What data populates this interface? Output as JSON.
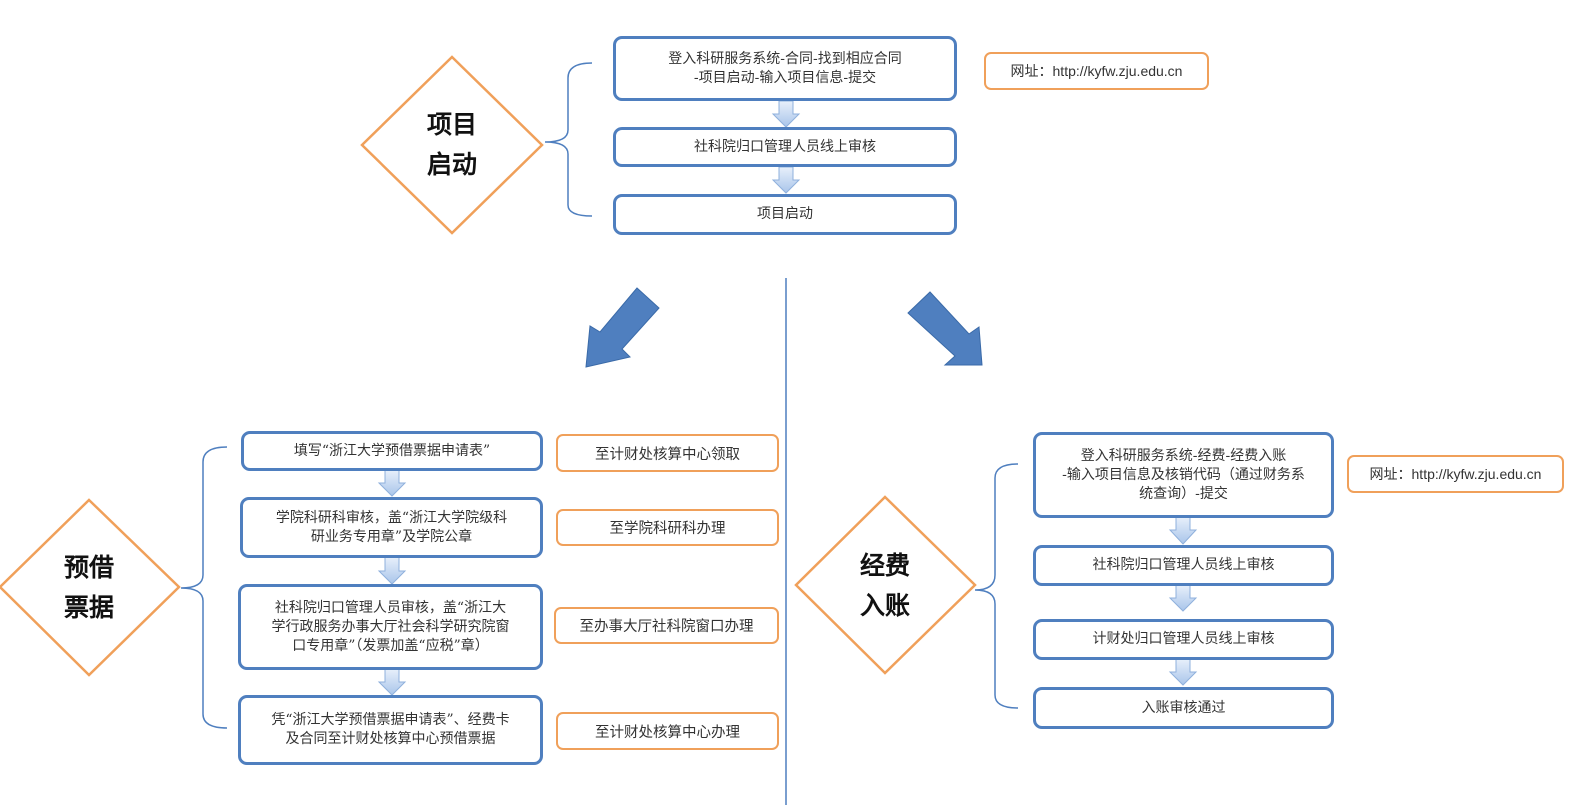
{
  "sections": {
    "project_start": {
      "title_lines": [
        "项目",
        "启动"
      ],
      "steps": [
        {
          "lines": [
            "登入科研服务系统-合同-找到相应合同",
            "-项目启动-输入项目信息-提交"
          ]
        },
        {
          "lines": [
            "社科院归口管理人员线上审核"
          ]
        },
        {
          "lines": [
            "项目启动"
          ]
        }
      ],
      "note": "网址：http://kyfw.zju.edu.cn"
    },
    "advance_invoice": {
      "title_lines": [
        "预借",
        "票据"
      ],
      "steps": [
        {
          "lines": [
            "填写“浙江大学预借票据申请表”"
          ],
          "note": "至计财处核算中心领取"
        },
        {
          "lines": [
            "学院科研科审核，盖“浙江大学院级科",
            "研业务专用章”及学院公章"
          ],
          "note": "至学院科研科办理"
        },
        {
          "lines": [
            "社科院归口管理人员审核，盖“浙江大",
            "学行政服务办事大厅社会科学研究院窗",
            "口专用章”（发票加盖“应税”章）"
          ],
          "note": "至办事大厅社科院窗口办理"
        },
        {
          "lines": [
            "凭“浙江大学预借票据申请表”、经费卡",
            "及合同至计财处核算中心预借票据"
          ],
          "note": "至计财处核算中心办理"
        }
      ]
    },
    "funds_entry": {
      "title_lines": [
        "经费",
        "入账"
      ],
      "steps": [
        {
          "lines": [
            "登入科研服务系统-经费-经费入账",
            "-输入项目信息及核销代码（通过财务系",
            "统查询）-提交"
          ]
        },
        {
          "lines": [
            "社科院归口管理人员线上审核"
          ]
        },
        {
          "lines": [
            "计财处归口管理人员线上审核"
          ]
        },
        {
          "lines": [
            "入账审核通过"
          ]
        }
      ],
      "note": "网址：http://kyfw.zju.edu.cn"
    }
  },
  "colors": {
    "box_border": "#4f7fbf",
    "note_border": "#f0a05a",
    "diamond_border": "#f0a05a",
    "big_arrow_fill": "#4f7fbf",
    "small_arrow_fill": "#c5d8f0",
    "divider": "#4f7fbf"
  }
}
